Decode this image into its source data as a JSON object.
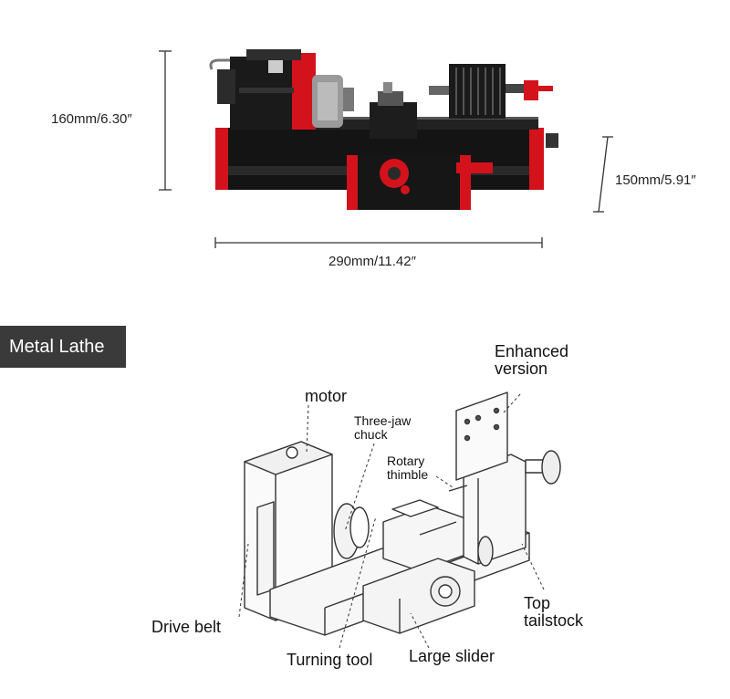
{
  "dimensions": {
    "height": "160mm/6.30″",
    "depth": "150mm/5.91″",
    "width": "290mm/11.42″"
  },
  "section_label": "Metal Lathe",
  "callouts": {
    "enhanced_line1": "Enhanced",
    "enhanced_line2": "version",
    "motor": "motor",
    "chuck_line1": "Three-jaw",
    "chuck_line2": "chuck",
    "thimble_line1": "Rotary",
    "thimble_line2": "thimble",
    "drive_belt": "Drive belt",
    "turning_tool": "Turning tool",
    "large_slider": "Large slider",
    "tailstock_line1": "Top",
    "tailstock_line2": "tailstock"
  },
  "colors": {
    "machine_red": "#d4121c",
    "machine_black": "#151515",
    "label_bg": "#3a3a3a"
  }
}
